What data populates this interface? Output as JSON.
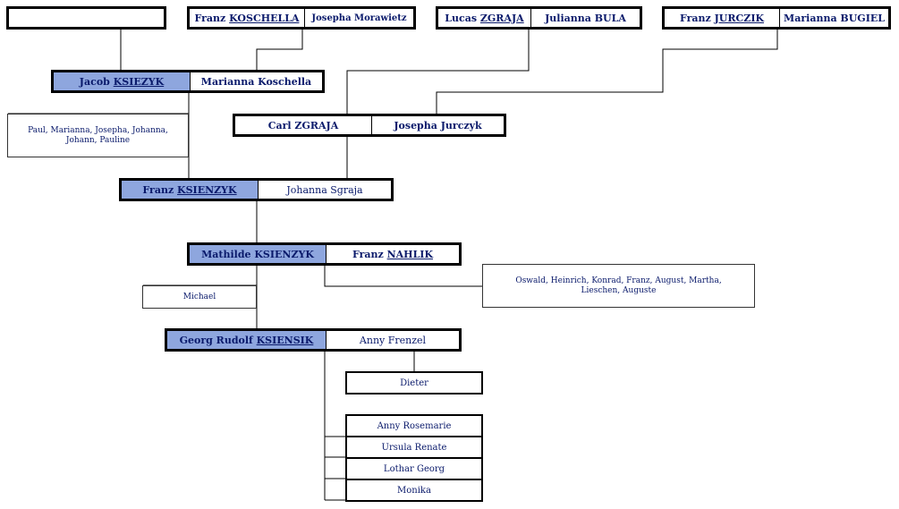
{
  "couples": {
    "unknown": {
      "left": "",
      "right": ""
    },
    "koschella": {
      "first": "Franz",
      "surname": "KOSCHELLA",
      "spouse": "Josepha Morawietz"
    },
    "zgraja_lucas": {
      "first": "Lucas",
      "surname": "ZGRAJA",
      "spouse": "Julianna BULA"
    },
    "jurczik": {
      "first": "Franz",
      "surname": "JURCZIK",
      "spouse": "Marianna BUGIEL"
    },
    "jacob": {
      "first": "Jacob",
      "surname": "KSIEZYK",
      "spouse": "Marianna Koschella"
    },
    "carl": {
      "name": "Carl ZGRAJA",
      "spouse": "Josepha Jurczyk"
    },
    "franz_k": {
      "first": "Franz",
      "surname": "KSIENZYK",
      "spouse": "Johanna Sgraja"
    },
    "mathilde": {
      "name": "Mathilde KSIENZYK",
      "spouse_first": "Franz",
      "spouse_surname": "NAHLIK"
    },
    "georg": {
      "first": "Georg Rudolf",
      "surname": "KSIENSIK",
      "spouse": "Anny Frenzel"
    }
  },
  "siblings": {
    "jacob_children": {
      "line1": "Paul, Marianna, Josepha, Johanna,",
      "line2": "Johann, Pauline"
    },
    "mathilde_siblings": {
      "text": "Michael"
    },
    "nahlik_children": {
      "line1": "Oswald, Heinrich, Konrad, Franz, August, Martha,",
      "line2": "Lieschen, Auguste"
    }
  },
  "children": {
    "dieter": "Dieter",
    "list": [
      "Anny Rosemarie",
      "Ursula Renate",
      "Lothar Georg",
      "Monika"
    ]
  },
  "colors": {
    "highlight": "#8ea6de",
    "text": "#0a1a6b"
  }
}
